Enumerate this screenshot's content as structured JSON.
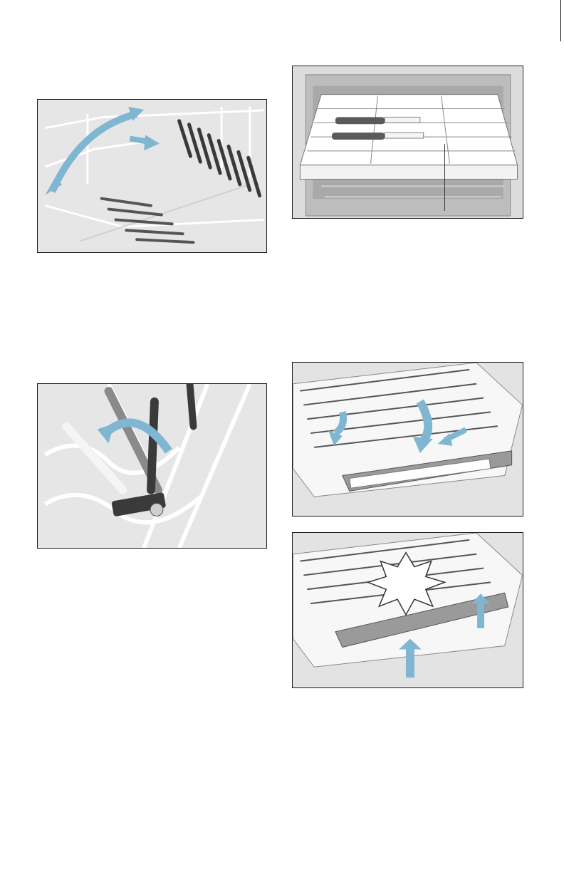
{
  "figures": [
    {
      "name": "rack-rows-fold-figure",
      "icon": "fold-arrows"
    },
    {
      "name": "cutlery-drawer-figure",
      "icon": "cutlery"
    },
    {
      "name": "rack-prong-fold-figure",
      "icon": "rotate-arrow"
    },
    {
      "name": "rack-insert-lower-figure",
      "icon": "down-arrows"
    },
    {
      "name": "rack-insert-raise-figure",
      "icon": "up-arrows-click"
    }
  ],
  "colors": {
    "frame": "#1a1a1a",
    "figure_background": "#e6e6e6",
    "arrow": "#7fb6d2",
    "rack_dark": "#3a3a3a",
    "rack_light": "#ffffff"
  }
}
